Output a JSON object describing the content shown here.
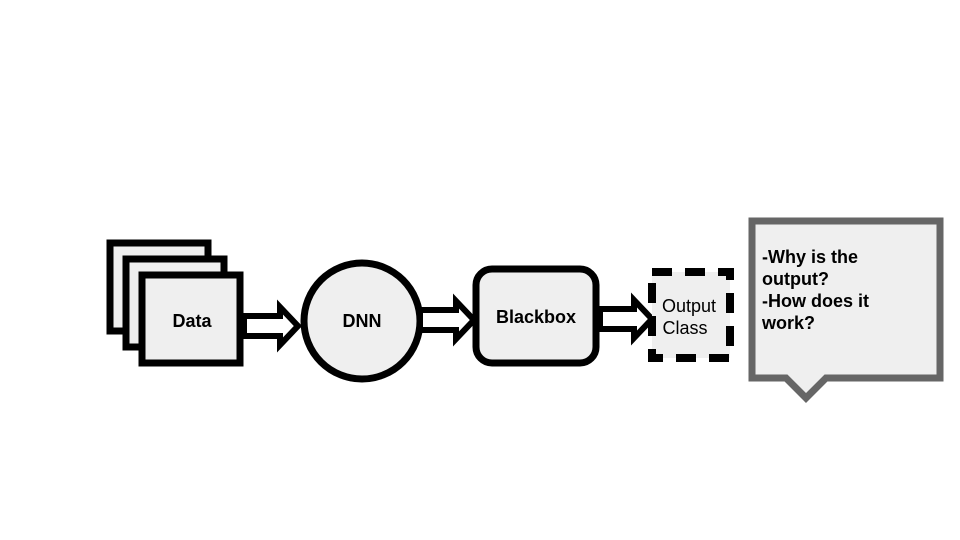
{
  "diagram": {
    "nodes": {
      "data": {
        "label": "Data"
      },
      "dnn": {
        "label": "DNN"
      },
      "blackbox": {
        "label": "Blackbox"
      },
      "output": {
        "line1": "Output",
        "line2": "Class"
      }
    },
    "callout": {
      "lines": [
        "-Why is the",
        "output?",
        "-How does it",
        "work?"
      ]
    },
    "edges": [
      {
        "from": "data",
        "to": "dnn"
      },
      {
        "from": "dnn",
        "to": "blackbox"
      },
      {
        "from": "blackbox",
        "to": "output"
      }
    ]
  },
  "colors": {
    "stroke": "#000000",
    "fill": "#efefef",
    "callout_stroke": "#666666",
    "background": "#ffffff"
  }
}
